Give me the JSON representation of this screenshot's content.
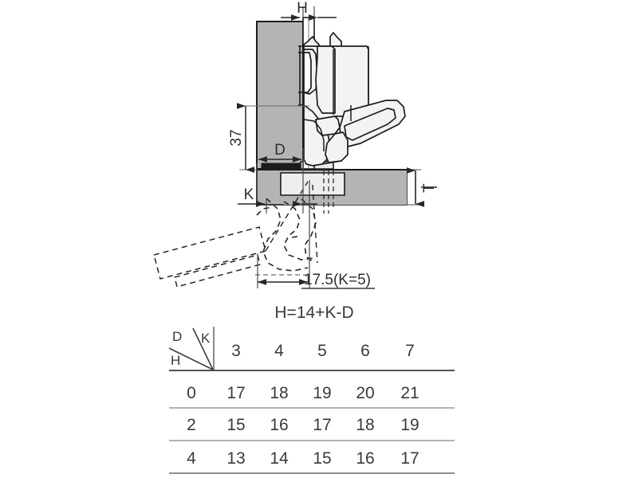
{
  "drawing": {
    "title_formula": "H=14+K-D",
    "dimensions": {
      "h_label": "H",
      "d_label": "D",
      "k_label": "K",
      "t_label": "T",
      "height_37": "37",
      "overlay_17_5": "17.5(K=5)"
    },
    "colors": {
      "panel_gray": "#b4b4b4",
      "hinge_fill": "#f2f3f5",
      "line": "#1c1c1c",
      "dim_line": "#4a4a4a",
      "text": "#3a3a3a"
    }
  },
  "table": {
    "corner": {
      "top_left": "D",
      "top_right": "K",
      "bottom_left": "H"
    },
    "columns": [
      "3",
      "4",
      "5",
      "6",
      "7"
    ],
    "rows": [
      {
        "h": "0",
        "values": [
          "17",
          "18",
          "19",
          "20",
          "21"
        ]
      },
      {
        "h": "2",
        "values": [
          "15",
          "16",
          "17",
          "18",
          "19"
        ]
      },
      {
        "h": "4",
        "values": [
          "13",
          "14",
          "15",
          "16",
          "17"
        ]
      }
    ]
  }
}
